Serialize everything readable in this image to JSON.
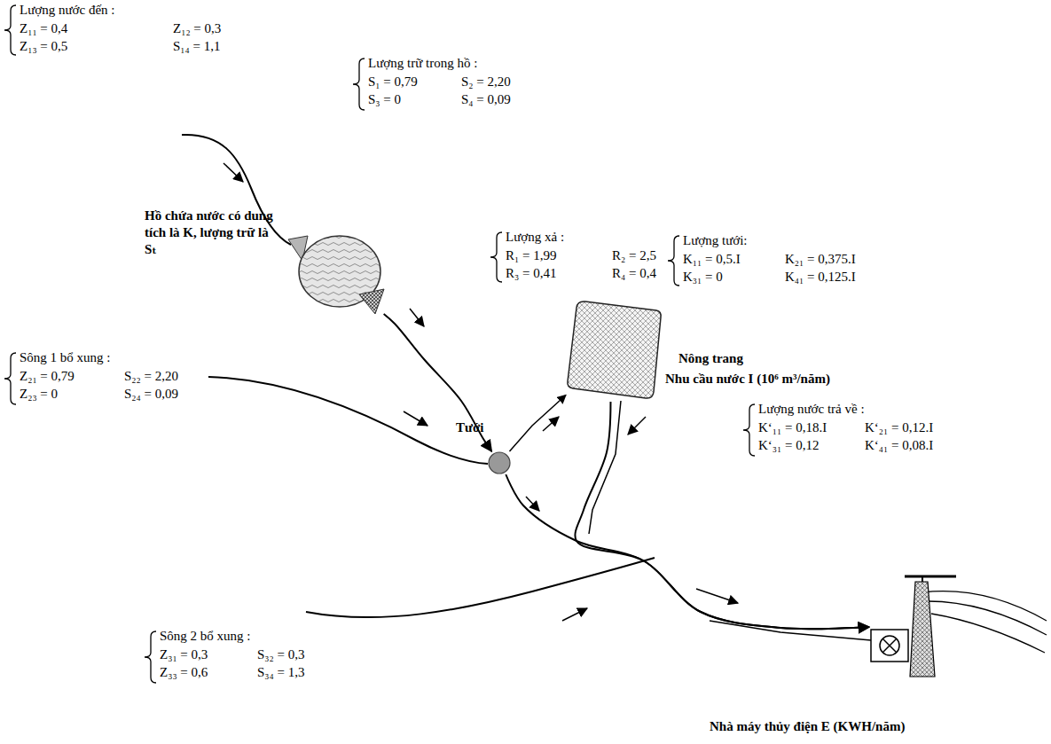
{
  "diagram": {
    "nodes": [
      {
        "text": [
          "Hồ chứa nước có dung tích là K, lượng trữ là Sₜ"
        ]
      },
      {
        "text": [
          "Nông trang",
          "Nhu cầu nước I (10⁶ m³/năm)"
        ]
      },
      {
        "text": [
          "Tưới"
        ]
      },
      {
        "text": [
          "Nhà máy thủy điện E (KWH/năm)"
        ]
      }
    ],
    "edges": [
      {
        "from": 0,
        "to": 2,
        "arrow": "to"
      },
      {
        "from": 2,
        "to": 1,
        "arrow": "to"
      },
      {
        "from": 2,
        "to": 3,
        "arrow": "to"
      },
      {
        "from": 1,
        "to": 3,
        "arrow": "to"
      }
    ],
    "labels": [
      "Lượng nước đến :",
      "Z₁₁ = 0,4",
      "Z₁₂ = 0,3",
      "Z₁₃ = 0,5",
      "S₁₄ = 1,1",
      "Lượng trữ trong hồ :",
      "S₁ = 0,79",
      "S₂ = 2,20",
      "S₃ = 0",
      "S₄ = 0,09",
      "Lượng xả :",
      "R₁ = 1,99",
      "R₂ = 2,5",
      "R₃ = 0,41",
      "R₄ = 0,4",
      "Lượng tưới:",
      "K₁₁ = 0,5.I",
      "K₂₁ = 0,375.I",
      "K₃₁ = 0",
      "K₄₁ = 0,125.I",
      "Sông 1 bổ xung :",
      "Z₂₁ = 0,79",
      "S₂₂ = 2,20",
      "Z₂₃ = 0",
      "S₂₄ = 0,09",
      "Sông 2 bổ xung :",
      "Z₃₁ = 0,3",
      "S₃₂ = 0,3",
      "Z₃₃ = 0,6",
      "S₃₄ = 1,3",
      "Lượng nước trả về :",
      "K‘₁₁ = 0,18.I",
      "K‘₂₁ = 0,12.I",
      "K‘₃₁ = 0,12",
      "K‘₄₁ = 0,08.I"
    ]
  }
}
